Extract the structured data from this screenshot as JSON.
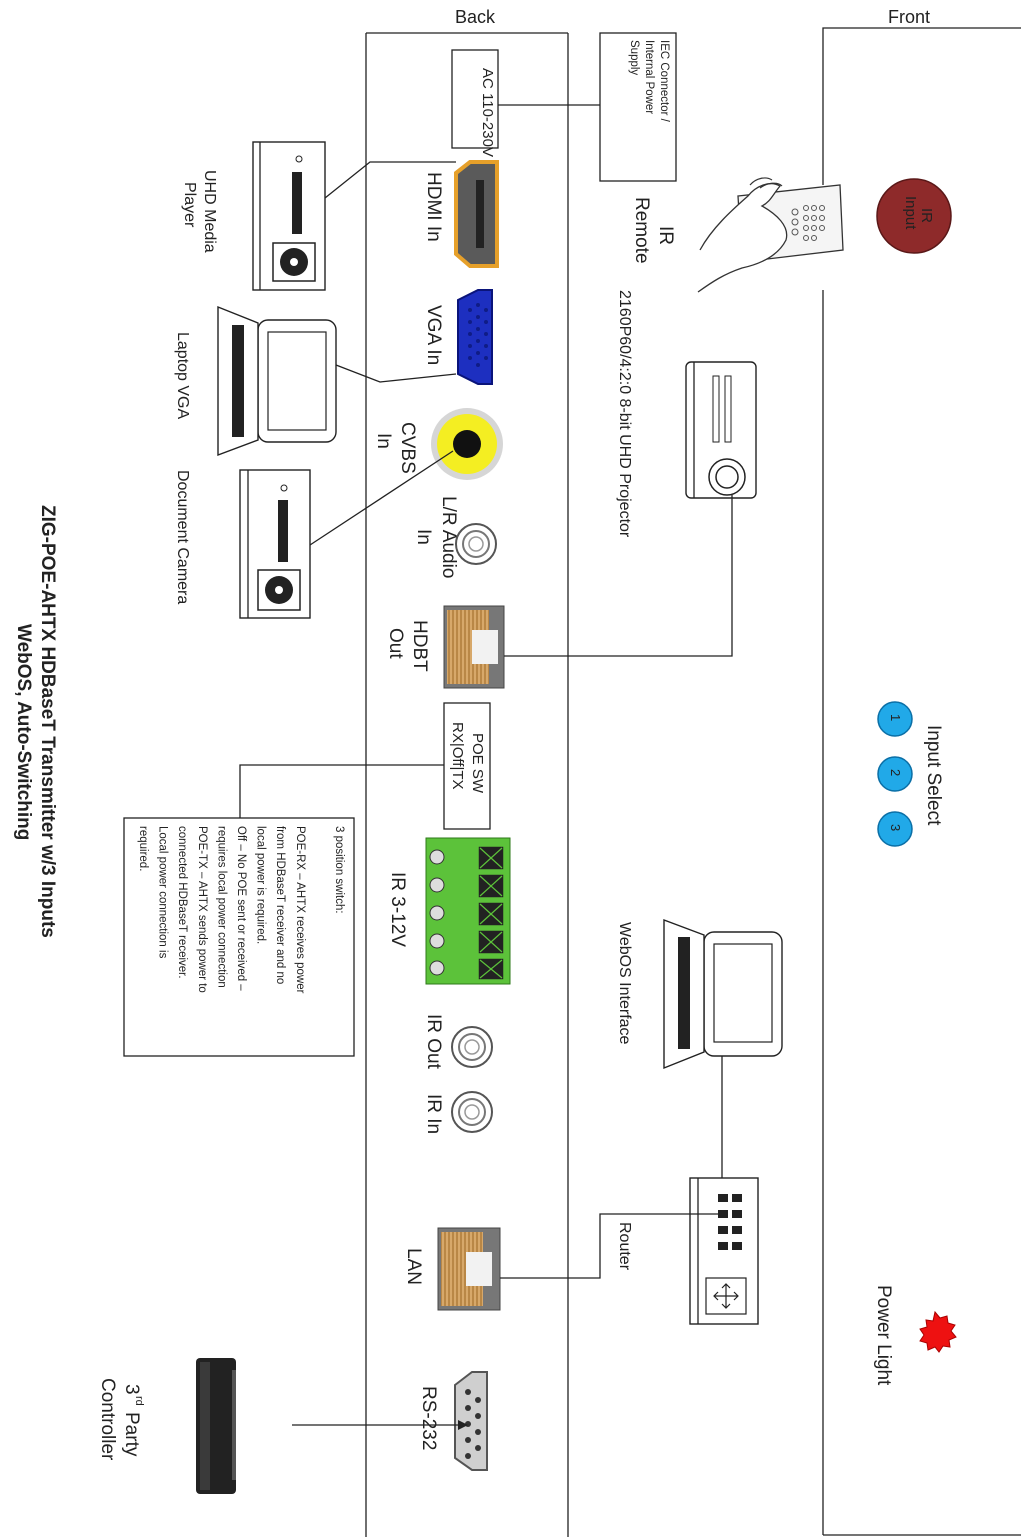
{
  "panels": {
    "back_label": "Back",
    "front_label": "Front"
  },
  "title": {
    "line1": "ZIG-POE-AHTX HDBaseT Transmitter w/3 Inputs",
    "line2": "WebOS, Auto-Switching"
  },
  "back_ports": {
    "power": "AC 110-230V",
    "hdmi": "HDMI In",
    "vga": "VGA In",
    "cvbs_1": "CVBS",
    "cvbs_2": "In",
    "audio_1": "L/R Audio",
    "audio_2": "In",
    "hdbt_1": "HDBT",
    "hdbt_2": "Out",
    "poe_1": "POE SW",
    "poe_2": "RX|Off|TX",
    "ir312": "IR 3-12V",
    "irout": "IR Out",
    "irin": "IR In",
    "lan": "LAN",
    "rs232": "RS-232"
  },
  "iec": {
    "line1": "IEC Connector /",
    "line2": "Internal Power",
    "line3": "Supply"
  },
  "devices": {
    "ir_remote_1": "IR",
    "ir_remote_2": "Remote",
    "projector": "2160P60/4:2:0 8-bit UHD Projector",
    "webos": "WebOS Interface",
    "router": "Router",
    "uhd_1": "UHD Media",
    "uhd_2": "Player",
    "laptop": "Laptop VGA",
    "doccam": "Document Camera",
    "third_1": "3",
    "third_sup": "rd",
    "third_2": "Party",
    "third_3": "Controller"
  },
  "front": {
    "ir_input_1": "IR",
    "ir_input_2": "Input",
    "input_select": "Input Select",
    "btn1": "1",
    "btn2": "2",
    "btn3": "3",
    "power_light": "Power Light"
  },
  "poe_note": [
    "3 position switch:",
    "",
    "POE-RX – AHTX receives power",
    "from HDBaseT receiver and no",
    "local power is required.",
    "Off – No POE sent or received –",
    "requires local power connection",
    "POE-TX – AHTX sends power to",
    "connected HDBaseT receiver.",
    "Local power connection is",
    "required."
  ],
  "colors": {
    "hdmi_orange": "#e6a02a",
    "vga_blue": "#1d2fc0",
    "cvbs_yellow": "#f4ee22",
    "terminal_green": "#5cc23a",
    "select_blue": "#21a9e8",
    "ir_input_red": "#8e2a2a",
    "power_light_red": "#ee1111"
  }
}
